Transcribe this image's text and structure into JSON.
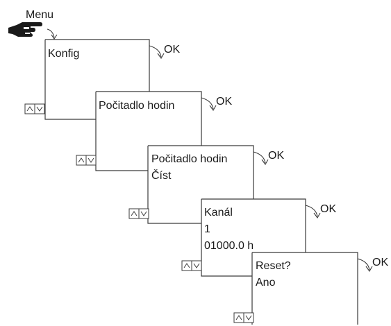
{
  "menu_label": "Menu",
  "ok_label": "OK",
  "screens": [
    {
      "id": "konfig",
      "lines": [
        "Konfig"
      ]
    },
    {
      "id": "pocitadlo",
      "lines": [
        "Počitadlo hodin"
      ]
    },
    {
      "id": "pocitadlo-cist",
      "lines": [
        "Počitadlo hodin",
        "Číst"
      ]
    },
    {
      "id": "kanal",
      "lines": [
        "Kanál",
        "1",
        "01000.0 h"
      ]
    },
    {
      "id": "reset",
      "lines": [
        "Reset?",
        "Ano"
      ]
    }
  ],
  "icons": {
    "menu": "pointing-hand-icon",
    "ok": "curved-arrow-icon",
    "navigation": "up-down-arrow-buttons-icon"
  }
}
